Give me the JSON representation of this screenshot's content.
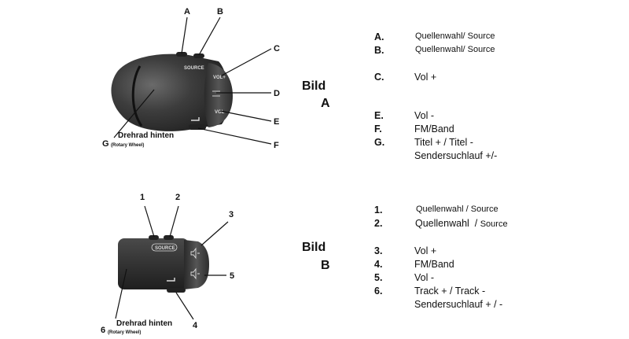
{
  "figure_a": {
    "heading_word": "Bild",
    "heading_letter": "A",
    "callouts": [
      "A",
      "B",
      "C",
      "D",
      "E",
      "F",
      "G"
    ],
    "wheel_label": "Drehrad hinten",
    "wheel_sub": "(Rotary Wheel)",
    "button_print": {
      "source": "SOURCE",
      "vol_plus": "VOL+",
      "vol_minus": "VOL"
    },
    "legend": [
      {
        "key": "A.",
        "main": "Quellenwahl",
        "sep": "/",
        "sub": "Source"
      },
      {
        "key": "B.",
        "main": "Quellenwahl/",
        "sep": "",
        "sub": "Source"
      },
      {
        "key": "C.",
        "main": "Vol +",
        "sep": "",
        "sub": ""
      },
      {
        "key": "E.",
        "main": "Vol -",
        "sep": "",
        "sub": ""
      },
      {
        "key": "F.",
        "main": "FM/Band",
        "sep": "",
        "sub": ""
      },
      {
        "key": "G.",
        "main": "Titel + / Titel -",
        "sep": "",
        "sub": ""
      },
      {
        "key": "",
        "main": "Sendersuchlauf +/-",
        "sep": "",
        "sub": ""
      }
    ]
  },
  "figure_b": {
    "heading_word": "Bild",
    "heading_letter": "B",
    "callouts": [
      "1",
      "2",
      "3",
      "4",
      "5"
    ],
    "wheel_number": "6",
    "wheel_label": "Drehrad hinten",
    "wheel_sub": "(Rotary Wheel)",
    "button_print": {
      "source": "SOURCE"
    },
    "legend": [
      {
        "key": "1.",
        "main": "Quellenwahl",
        "sep": "/",
        "sub": "Source"
      },
      {
        "key": "2.",
        "main": "Quellenwahl",
        "sep": "/",
        "sub": "Source"
      },
      {
        "key": "3.",
        "main": "Vol +",
        "sep": "",
        "sub": ""
      },
      {
        "key": "4.",
        "main": "FM/Band",
        "sep": "",
        "sub": ""
      },
      {
        "key": "5.",
        "main": "Vol -",
        "sep": "",
        "sub": ""
      },
      {
        "key": "6.",
        "main": "Track + / Track -",
        "sep": "",
        "sub": ""
      },
      {
        "key": "",
        "main": "Sendersuchlauf + / -",
        "sep": "",
        "sub": ""
      }
    ]
  },
  "colors": {
    "ink": "#111111",
    "body_dark": "#2b2b2b",
    "body_mid": "#4a4a4a",
    "body_light": "#6e6e6e",
    "button_face": "#3a3a3a"
  }
}
